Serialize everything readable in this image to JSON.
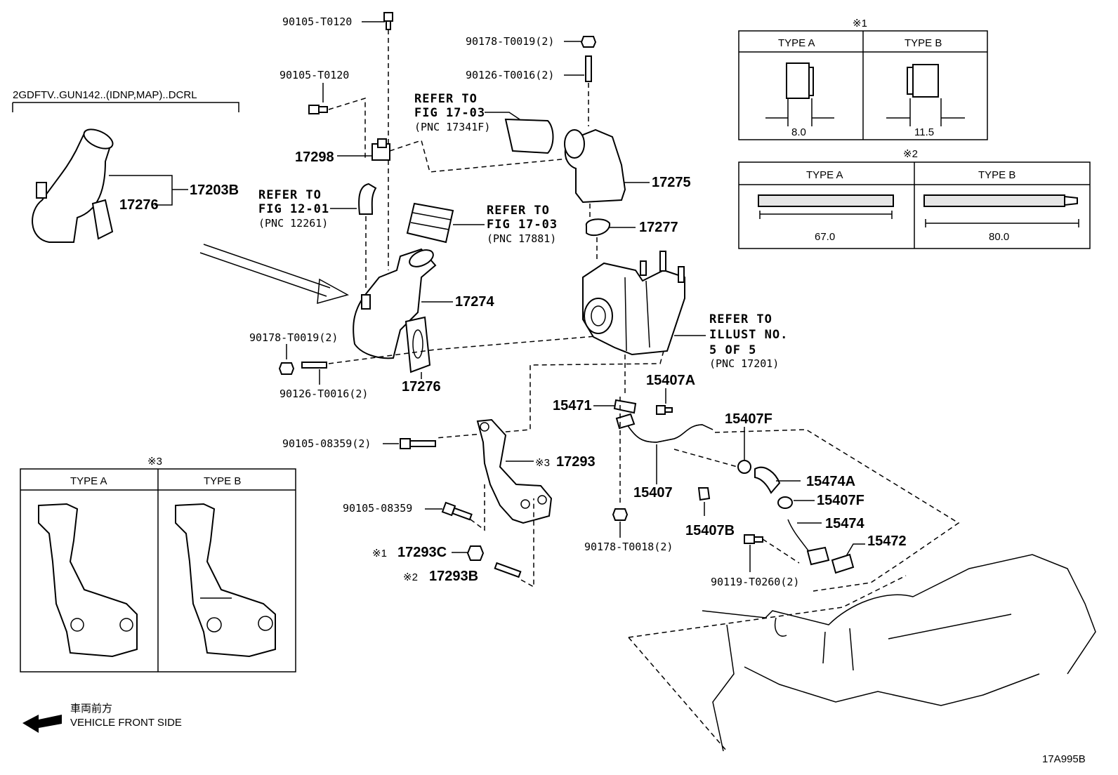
{
  "model_label": "2GDFTV..GUN142..(IDNP,MAP)..DCRL",
  "diagram_code": "17A995B",
  "front_side": {
    "jp": "車両前方",
    "en": "VEHICLE FRONT SIDE"
  },
  "parts": {
    "p90105_T0120_top": "90105-T0120",
    "p90105_T0120_mid": "90105-T0120",
    "p90178_T0019_top": "90178-T0019(2)",
    "p90126_T0016_top": "90126-T0016(2)",
    "p17298": "17298",
    "p17275": "17275",
    "p17277": "17277",
    "p17203B": "17203B",
    "p17276_left": "17276",
    "p17274": "17274",
    "p17276_mid": "17276",
    "p90178_T0019_mid": "90178-T0019(2)",
    "p90126_T0016_mid": "90126-T0016(2)",
    "p15407A": "15407A",
    "p15471": "15471",
    "p15407F_top": "15407F",
    "p15407": "15407",
    "p15474A": "15474A",
    "p15407F_mid": "15407F",
    "p15474": "15474",
    "p15472": "15472",
    "p15407B": "15407B",
    "p90178_T0018": "90178-T0018(2)",
    "p90119_T0260": "90119-T0260(2)",
    "p90105_08359_2": "90105-08359(2)",
    "p90105_08359": "90105-08359",
    "p17293": "17293",
    "p17293_mark": "※3",
    "p17293C": "17293C",
    "p17293C_mark": "※1",
    "p17293B": "17293B",
    "p17293B_mark": "※2"
  },
  "refs": {
    "fig1703_a": {
      "l1": "REFER TO",
      "l2": "FIG 17-03",
      "l3": "(PNC 17341F)"
    },
    "fig1201": {
      "l1": "REFER TO",
      "l2": "FIG 12-01",
      "l3": "(PNC 12261)"
    },
    "fig1703_b": {
      "l1": "REFER TO",
      "l2": "FIG 17-03",
      "l3": "(PNC 17881)"
    },
    "illust5": {
      "l1": "REFER TO",
      "l2": "ILLUST NO.",
      "l3": "5 OF 5",
      "l4": "(PNC 17201)"
    }
  },
  "tables": {
    "t1": {
      "mark": "※1",
      "type_a": "TYPE A",
      "type_b": "TYPE B",
      "dim_a": "8.0",
      "dim_b": "11.5"
    },
    "t2": {
      "mark": "※2",
      "type_a": "TYPE A",
      "type_b": "TYPE B",
      "dim_a": "67.0",
      "dim_b": "80.0"
    },
    "t3": {
      "mark": "※3",
      "type_a": "TYPE A",
      "type_b": "TYPE B"
    }
  }
}
